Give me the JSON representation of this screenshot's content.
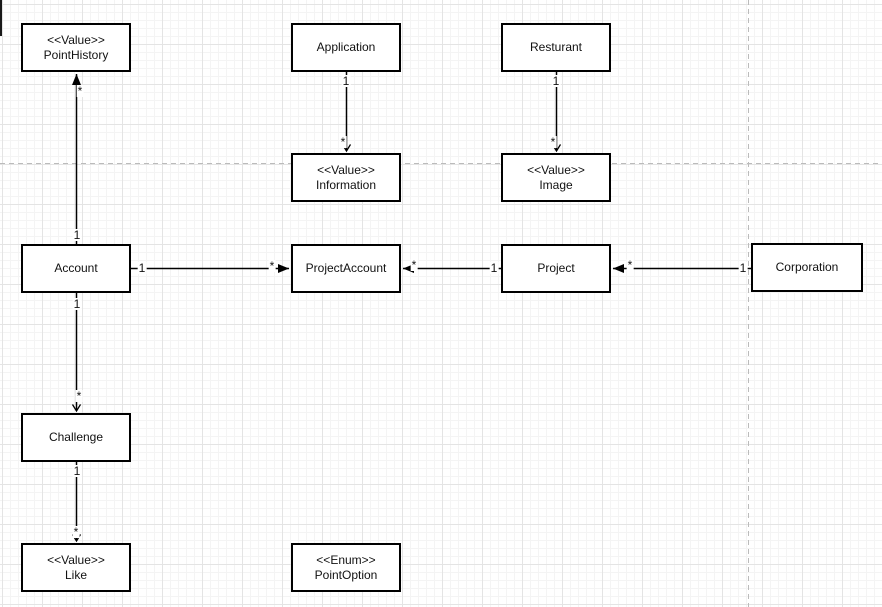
{
  "canvas": {
    "background_color": "#ffffff",
    "grid_minor_color": "#f4f4f4",
    "grid_major_color": "#e4e4e4",
    "page_break_color": "#bbbbbb",
    "node_fill_color": "#ffffff",
    "node_border_color": "#000000",
    "text_color": "#111111"
  },
  "nodes": [
    {
      "stereotype": "<<Value>>",
      "name": "PointHistory"
    },
    {
      "stereotype": "",
      "name": "Application"
    },
    {
      "stereotype": "",
      "name": "Resturant"
    },
    {
      "stereotype": "<<Value>>",
      "name": "Information"
    },
    {
      "stereotype": "<<Value>>",
      "name": "Image"
    },
    {
      "stereotype": "",
      "name": "Account"
    },
    {
      "stereotype": "",
      "name": "ProjectAccount"
    },
    {
      "stereotype": "",
      "name": "Project"
    },
    {
      "stereotype": "",
      "name": "Corporation"
    },
    {
      "stereotype": "",
      "name": "Challenge"
    },
    {
      "stereotype": "<<Value>>",
      "name": "Like"
    },
    {
      "stereotype": "<<Enum>>",
      "name": "PointOption"
    }
  ],
  "edges": [
    {
      "from": "Account",
      "to": "PointHistory",
      "source_label": "1",
      "target_label": "*",
      "arrow": "filled"
    },
    {
      "from": "Account",
      "to": "ProjectAccount",
      "source_label": "1",
      "target_label": "*",
      "arrow": "filled"
    },
    {
      "from": "Project",
      "to": "ProjectAccount",
      "source_label": "1",
      "target_label": "*",
      "arrow": "filled"
    },
    {
      "from": "Corporation",
      "to": "Project",
      "source_label": "1",
      "target_label": "*",
      "arrow": "filled"
    },
    {
      "from": "Application",
      "to": "Information",
      "source_label": "1",
      "target_label": "*",
      "arrow": "open"
    },
    {
      "from": "Resturant",
      "to": "Image",
      "source_label": "1",
      "target_label": "*",
      "arrow": "open"
    },
    {
      "from": "Account",
      "to": "Challenge",
      "source_label": "1",
      "target_label": "*",
      "arrow": "open"
    },
    {
      "from": "Challenge",
      "to": "Like",
      "source_label": "1",
      "target_label": "*",
      "arrow": "open"
    }
  ]
}
